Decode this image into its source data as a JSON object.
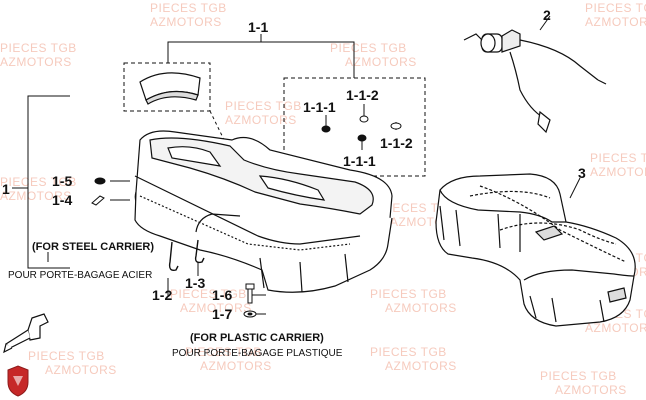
{
  "callouts": {
    "c1_1": "1-1",
    "c2": "2",
    "c1_1_1a": "1-1-1",
    "c1_1_2a": "1-1-2",
    "c1_1_2b": "1-1-2",
    "c1_1_1b": "1-1-1",
    "c1": "1",
    "c1_5": "1-5",
    "c1_4": "1-4",
    "c3": "3",
    "c1_2": "1-2",
    "c1_3": "1-3",
    "c1_6": "1-6",
    "c1_7": "1-7"
  },
  "notes": {
    "steel_en": "(FOR STEEL CARRIER)",
    "steel_fr": "POUR PORTE-BAGAGE ACIER",
    "plastic_en": "(FOR PLASTIC CARRIER)",
    "plastic_fr": "POUR PORTE-BAGAGE PLASTIQUE"
  },
  "watermark": {
    "line1": "PIECES TGB",
    "line2": "AZMOTORS"
  },
  "colors": {
    "line": "#111111",
    "watermark": "#f3b9a8",
    "logo": "#c62828"
  }
}
